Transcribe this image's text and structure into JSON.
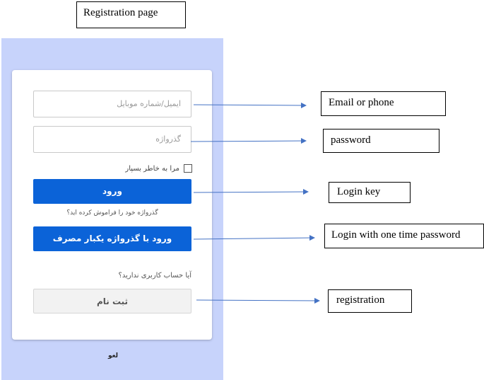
{
  "diagram": {
    "title": "Registration page",
    "callouts": {
      "email": "Email or phone",
      "password": "password",
      "login_key": "Login key",
      "otp": "Login with one time password",
      "registration": "registration"
    },
    "arrow_color": "#4472c4"
  },
  "login_form": {
    "email_placeholder": "ایمیل/شماره موبایل",
    "password_placeholder": "گذرواژه",
    "remember_me": "مرا به خاطر بسپار",
    "login_button": "ورود",
    "forgot_password": "گذرواژه خود را فراموش کرده اید؟",
    "otp_button": "ورود با گذرواژه یکبار مصرف",
    "no_account": "آیا حساب کاربری ندارید؟",
    "register_button": "ثبت نام",
    "cancel": "لغو"
  },
  "colors": {
    "frame_background": "#c7d3fb",
    "primary_button": "#0b63d8",
    "secondary_button": "#f2f2f2"
  }
}
